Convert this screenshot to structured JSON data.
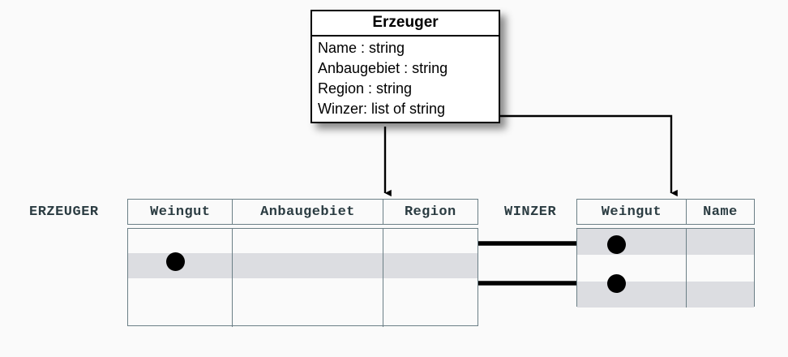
{
  "diagram": {
    "background_color": "#fafafa",
    "line_color": "#000000",
    "table_border_color": "#6b7f86",
    "shaded_row_color": "#dcdde1",
    "label_text_color": "#2b3c42"
  },
  "uml_class": {
    "title": "Erzeuger",
    "attributes": [
      "Name : string",
      "Anbaugebiet : string",
      "Region : string",
      "Winzer: list of string"
    ]
  },
  "tables": [
    {
      "name": "ERZEUGER",
      "label": "ERZEUGER",
      "columns": [
        "Weingut",
        "Anbaugebiet",
        "Region"
      ],
      "rows": [
        {
          "shaded": false,
          "cells": [
            "",
            "",
            ""
          ]
        },
        {
          "shaded": true,
          "cells": [
            "",
            "",
            ""
          ]
        },
        {
          "shaded": false,
          "cells": [
            "",
            "",
            ""
          ]
        },
        {
          "shaded": false,
          "cells": [
            "",
            "",
            ""
          ]
        }
      ]
    },
    {
      "name": "WINZER",
      "label": "WINZER",
      "columns": [
        "Weingut",
        "Name"
      ],
      "rows": [
        {
          "shaded": true,
          "cells": [
            "",
            ""
          ]
        },
        {
          "shaded": false,
          "cells": [
            "",
            ""
          ]
        },
        {
          "shaded": true,
          "cells": [
            "",
            ""
          ]
        }
      ]
    }
  ],
  "connectors": {
    "mapping_arrow_region": "Erzeuger.Region maps to ERZEUGER.Region column",
    "mapping_arrow_winzer": "Erzeuger.Winzer maps to WINZER.Weingut column",
    "link_erzeuger_to_winzer": "one ERZEUGER row links to two WINZER rows"
  }
}
